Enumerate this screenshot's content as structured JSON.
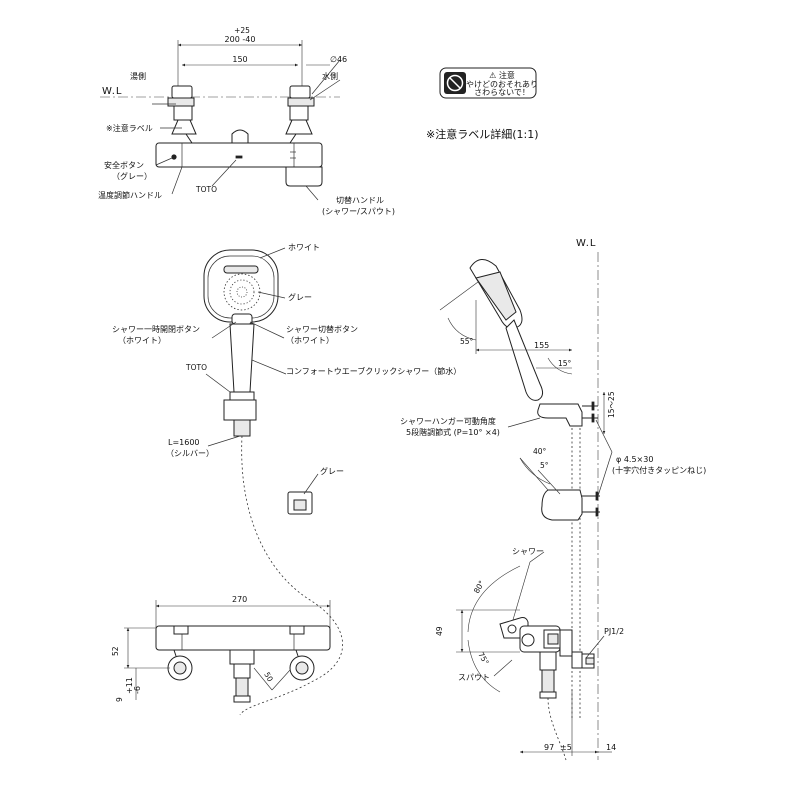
{
  "top_view": {
    "wl": "W.L",
    "dim_pm": "+25",
    "dim_overall": "200 -40",
    "dim_150": "150",
    "dim_dia": "∅46",
    "hot_side": "湯側",
    "cold_side": "水側",
    "caution_label": "※注意ラベル",
    "safety_button": "安全ボタン",
    "safety_button_color": "（グレー）",
    "temp_handle": "温度調節ハンドル",
    "toto": "TOTO",
    "switch_handle": "切替ハンドル",
    "switch_handle_sub": "(シャワー/スパウト)"
  },
  "caution_detail": {
    "title": "※注意ラベル詳細(1:1)",
    "label_heading": "⚠ 注意",
    "label_line1": "やけどのおそれあり",
    "label_line2": "さわらないで！"
  },
  "shower_head": {
    "white": "ホワイト",
    "gray": "グレー",
    "stop_button": "シャワー一時開閉ボタン",
    "stop_button_color": "（ホワイト）",
    "switch_button": "シャワー切替ボタン",
    "switch_button_color": "（ホワイト）",
    "toto": "TOTO",
    "product_name": "コンフォートウエーブクリックシャワー（節水）",
    "hose_length": "L=1600",
    "hose_color": "（シルバー）",
    "hanger_color": "グレー"
  },
  "side_view": {
    "wl": "W.L",
    "angle_55": "55°",
    "dim_155": "155",
    "angle_15": "15°",
    "dim_15_25": "15～25",
    "hanger_angle": "シャワーハンガー可動角度",
    "hanger_steps": "5段階調節式 (P=10° ×4)",
    "angle_40": "40°",
    "angle_5": "5°",
    "screw": "φ 4.5×30",
    "screw_sub": "(十字穴付きタッピンねじ)"
  },
  "front_view": {
    "dim_270": "270",
    "dim_52": "52",
    "dim_9": "9",
    "dim_plus11": "+11",
    "dim_minus6": "-6",
    "dim_50": "50"
  },
  "end_view": {
    "shower": "シャワー",
    "angle_80": "80°",
    "dim_49": "49",
    "angle_75": "75°",
    "spout": "スパウト",
    "pj": "PJ1/2",
    "dim_97": "97",
    "dim_pm5": "±5",
    "dim_14": "14"
  }
}
